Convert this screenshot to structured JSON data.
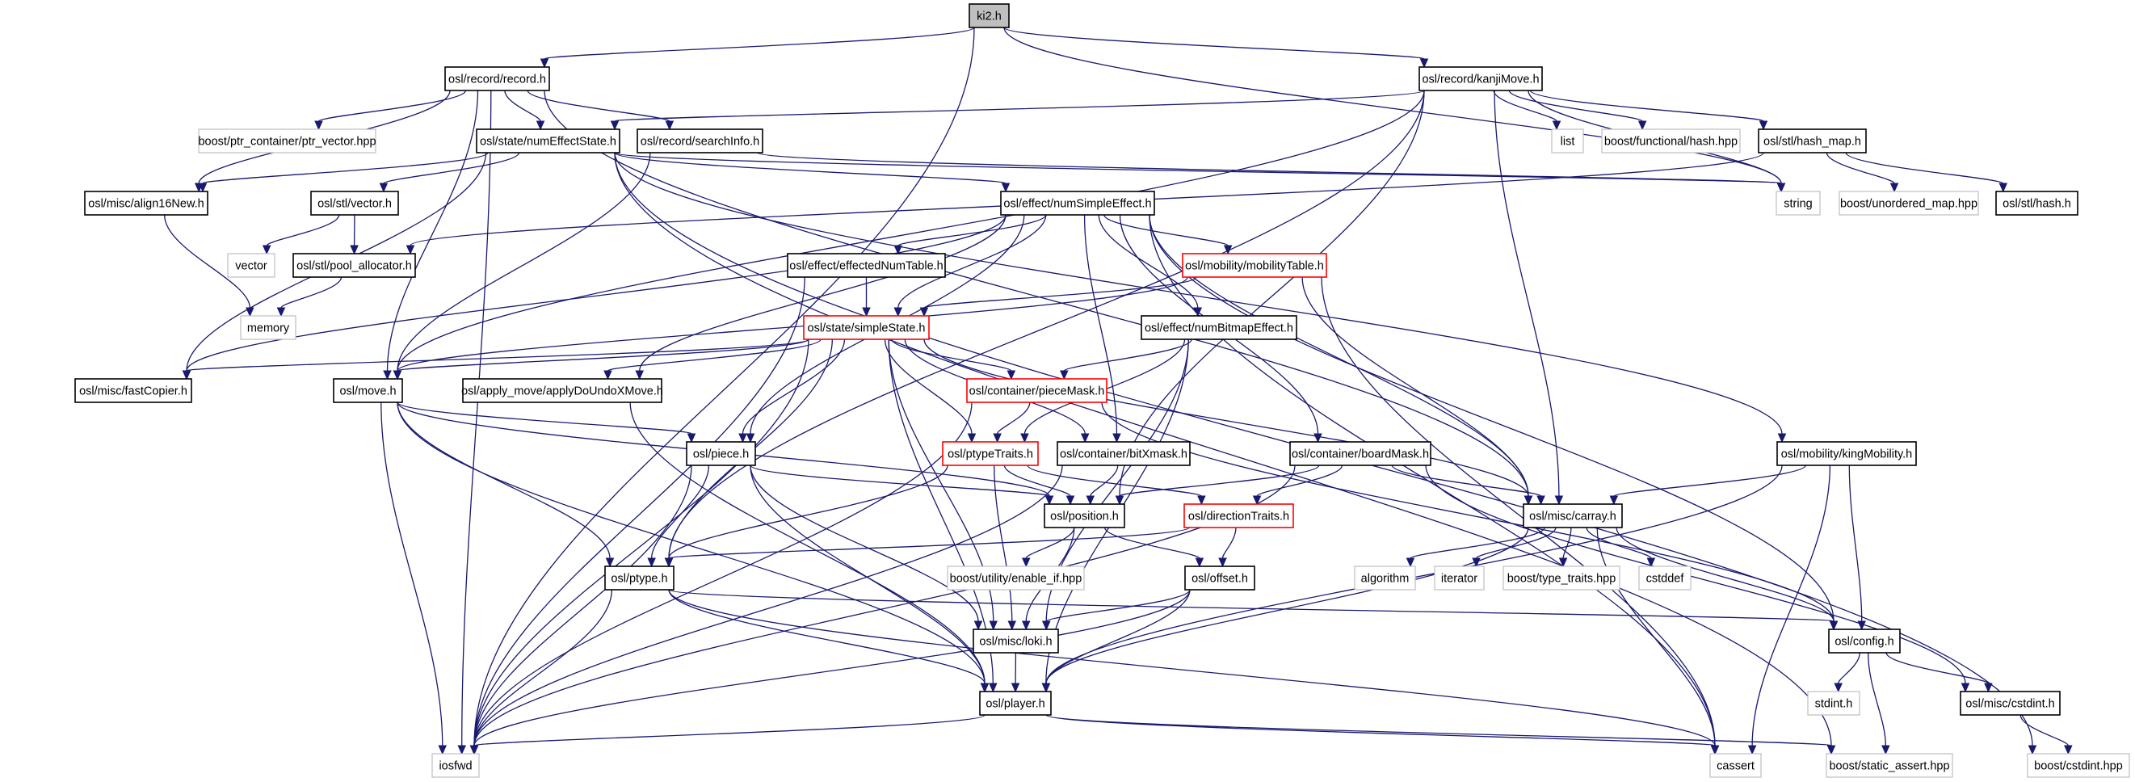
{
  "title": "ki2.h include dependency graph",
  "colors": {
    "edge": "#191970",
    "documented_border": "#000000",
    "truncated_border": "#ff0000",
    "external_border": "#bfbfbf",
    "root_fill": "#bfbfbf"
  },
  "nodes": [
    {
      "id": "ki2",
      "label": "ki2.h",
      "kind": "root"
    },
    {
      "id": "record",
      "label": "osl/record/record.h",
      "kind": "internal"
    },
    {
      "id": "kanjiMove",
      "label": "osl/record/kanjiMove.h",
      "kind": "internal"
    },
    {
      "id": "ptr_vector",
      "label": "boost/ptr_container/ptr_vector.hpp",
      "kind": "external"
    },
    {
      "id": "numEffectState",
      "label": "osl/state/numEffectState.h",
      "kind": "internal"
    },
    {
      "id": "searchInfo",
      "label": "osl/record/searchInfo.h",
      "kind": "internal"
    },
    {
      "id": "list",
      "label": "list",
      "kind": "external"
    },
    {
      "id": "functional_hash",
      "label": "boost/functional/hash.hpp",
      "kind": "external"
    },
    {
      "id": "hash_map",
      "label": "osl/stl/hash_map.h",
      "kind": "internal"
    },
    {
      "id": "align16New",
      "label": "osl/misc/align16New.h",
      "kind": "internal"
    },
    {
      "id": "stl_vector",
      "label": "osl/stl/vector.h",
      "kind": "internal"
    },
    {
      "id": "numSimpleEffect",
      "label": "osl/effect/numSimpleEffect.h",
      "kind": "internal"
    },
    {
      "id": "string",
      "label": "string",
      "kind": "external"
    },
    {
      "id": "unordered_map",
      "label": "boost/unordered_map.hpp",
      "kind": "external"
    },
    {
      "id": "hash_h",
      "label": "osl/stl/hash.h",
      "kind": "internal"
    },
    {
      "id": "vector",
      "label": "vector",
      "kind": "external"
    },
    {
      "id": "pool_allocator",
      "label": "osl/stl/pool_allocator.h",
      "kind": "internal"
    },
    {
      "id": "effectedNumTable",
      "label": "osl/effect/effectedNumTable.h",
      "kind": "internal"
    },
    {
      "id": "mobilityTable",
      "label": "osl/mobility/mobilityTable.h",
      "kind": "red"
    },
    {
      "id": "memory",
      "label": "memory",
      "kind": "external"
    },
    {
      "id": "simpleState",
      "label": "osl/state/simpleState.h",
      "kind": "red"
    },
    {
      "id": "numBitmapEffect",
      "label": "osl/effect/numBitmapEffect.h",
      "kind": "internal"
    },
    {
      "id": "fastCopier",
      "label": "osl/misc/fastCopier.h",
      "kind": "internal"
    },
    {
      "id": "move",
      "label": "osl/move.h",
      "kind": "internal"
    },
    {
      "id": "applyDoUndoXMove",
      "label": "osl/apply_move/applyDoUndoXMove.h",
      "kind": "internal"
    },
    {
      "id": "pieceMask",
      "label": "osl/container/pieceMask.h",
      "kind": "red"
    },
    {
      "id": "piece",
      "label": "osl/piece.h",
      "kind": "internal"
    },
    {
      "id": "ptypeTraits",
      "label": "osl/ptypeTraits.h",
      "kind": "red"
    },
    {
      "id": "bitXmask",
      "label": "osl/container/bitXmask.h",
      "kind": "internal"
    },
    {
      "id": "boardMask",
      "label": "osl/container/boardMask.h",
      "kind": "internal"
    },
    {
      "id": "kingMobility",
      "label": "osl/mobility/kingMobility.h",
      "kind": "internal"
    },
    {
      "id": "position",
      "label": "osl/position.h",
      "kind": "internal"
    },
    {
      "id": "directionTraits",
      "label": "osl/directionTraits.h",
      "kind": "red"
    },
    {
      "id": "carray",
      "label": "osl/misc/carray.h",
      "kind": "internal"
    },
    {
      "id": "ptype",
      "label": "osl/ptype.h",
      "kind": "internal"
    },
    {
      "id": "enable_if",
      "label": "boost/utility/enable_if.hpp",
      "kind": "external"
    },
    {
      "id": "offset",
      "label": "osl/offset.h",
      "kind": "internal"
    },
    {
      "id": "algorithm",
      "label": "algorithm",
      "kind": "external"
    },
    {
      "id": "iterator",
      "label": "iterator",
      "kind": "external"
    },
    {
      "id": "type_traits",
      "label": "boost/type_traits.hpp",
      "kind": "external"
    },
    {
      "id": "cstddef",
      "label": "cstddef",
      "kind": "external"
    },
    {
      "id": "loki",
      "label": "osl/misc/loki.h",
      "kind": "internal"
    },
    {
      "id": "config",
      "label": "osl/config.h",
      "kind": "internal"
    },
    {
      "id": "player",
      "label": "osl/player.h",
      "kind": "internal"
    },
    {
      "id": "stdint",
      "label": "stdint.h",
      "kind": "external"
    },
    {
      "id": "misc_cstdint",
      "label": "osl/misc/cstdint.h",
      "kind": "internal"
    },
    {
      "id": "iosfwd",
      "label": "iosfwd",
      "kind": "external"
    },
    {
      "id": "cassert",
      "label": "cassert",
      "kind": "external"
    },
    {
      "id": "static_assert",
      "label": "boost/static_assert.hpp",
      "kind": "external"
    },
    {
      "id": "cstdint_hpp",
      "label": "boost/cstdint.hpp",
      "kind": "external"
    }
  ],
  "edges": [
    [
      "ki2",
      "record"
    ],
    [
      "ki2",
      "kanjiMove"
    ],
    [
      "ki2",
      "iosfwd"
    ],
    [
      "ki2",
      "string"
    ],
    [
      "record",
      "ptr_vector"
    ],
    [
      "record",
      "numEffectState"
    ],
    [
      "record",
      "searchInfo"
    ],
    [
      "record",
      "align16New"
    ],
    [
      "record",
      "move"
    ],
    [
      "record",
      "iosfwd"
    ],
    [
      "record",
      "carray"
    ],
    [
      "kanjiMove",
      "list"
    ],
    [
      "kanjiMove",
      "functional_hash"
    ],
    [
      "kanjiMove",
      "hash_map"
    ],
    [
      "kanjiMove",
      "string"
    ],
    [
      "kanjiMove",
      "numEffectState"
    ],
    [
      "kanjiMove",
      "position"
    ],
    [
      "kanjiMove",
      "move"
    ],
    [
      "kanjiMove",
      "ptype"
    ],
    [
      "kanjiMove",
      "carray"
    ],
    [
      "hash_map",
      "unordered_map"
    ],
    [
      "hash_map",
      "hash_h"
    ],
    [
      "hash_map",
      "pool_allocator"
    ],
    [
      "numEffectState",
      "align16New"
    ],
    [
      "numEffectState",
      "stl_vector"
    ],
    [
      "numEffectState",
      "numSimpleEffect"
    ],
    [
      "numEffectState",
      "fastCopier"
    ],
    [
      "numEffectState",
      "kingMobility"
    ],
    [
      "numEffectState",
      "static_assert"
    ],
    [
      "numEffectState",
      "cstdint_hpp"
    ],
    [
      "numEffectState",
      "string"
    ],
    [
      "searchInfo",
      "move"
    ],
    [
      "searchInfo",
      "string"
    ],
    [
      "stl_vector",
      "vector"
    ],
    [
      "stl_vector",
      "pool_allocator"
    ],
    [
      "align16New",
      "memory"
    ],
    [
      "pool_allocator",
      "memory"
    ],
    [
      "numSimpleEffect",
      "effectedNumTable"
    ],
    [
      "numSimpleEffect",
      "mobilityTable"
    ],
    [
      "numSimpleEffect",
      "simpleState"
    ],
    [
      "numSimpleEffect",
      "numBitmapEffect"
    ],
    [
      "numSimpleEffect",
      "fastCopier"
    ],
    [
      "numSimpleEffect",
      "applyDoUndoXMove"
    ],
    [
      "numSimpleEffect",
      "piece"
    ],
    [
      "numSimpleEffect",
      "bitXmask"
    ],
    [
      "numSimpleEffect",
      "boardMask"
    ],
    [
      "numSimpleEffect",
      "carray"
    ],
    [
      "numSimpleEffect",
      "cassert"
    ],
    [
      "numSimpleEffect",
      "config"
    ],
    [
      "effectedNumTable",
      "simpleState"
    ],
    [
      "effectedNumTable",
      "iosfwd"
    ],
    [
      "mobilityTable",
      "simpleState"
    ],
    [
      "mobilityTable",
      "carray"
    ],
    [
      "mobilityTable",
      "cassert"
    ],
    [
      "mobilityTable",
      "move"
    ],
    [
      "simpleState",
      "fastCopier"
    ],
    [
      "simpleState",
      "move"
    ],
    [
      "simpleState",
      "applyDoUndoXMove"
    ],
    [
      "simpleState",
      "pieceMask"
    ],
    [
      "simpleState",
      "piece"
    ],
    [
      "simpleState",
      "ptypeTraits"
    ],
    [
      "simpleState",
      "ptype"
    ],
    [
      "simpleState",
      "loki"
    ],
    [
      "simpleState",
      "player"
    ],
    [
      "simpleState",
      "carray"
    ],
    [
      "simpleState",
      "iosfwd"
    ],
    [
      "simpleState",
      "bitXmask"
    ],
    [
      "numBitmapEffect",
      "pieceMask"
    ],
    [
      "numBitmapEffect",
      "ptypeTraits"
    ],
    [
      "numBitmapEffect",
      "loki"
    ],
    [
      "numBitmapEffect",
      "player"
    ],
    [
      "pieceMask",
      "ptypeTraits"
    ],
    [
      "pieceMask",
      "iosfwd"
    ],
    [
      "pieceMask",
      "config"
    ],
    [
      "move",
      "piece"
    ],
    [
      "move",
      "position"
    ],
    [
      "move",
      "ptype"
    ],
    [
      "move",
      "player"
    ],
    [
      "move",
      "iosfwd"
    ],
    [
      "applyDoUndoXMove",
      "player"
    ],
    [
      "piece",
      "position"
    ],
    [
      "piece",
      "ptype"
    ],
    [
      "piece",
      "player"
    ],
    [
      "piece",
      "loki"
    ],
    [
      "piece",
      "iosfwd"
    ],
    [
      "ptypeTraits",
      "position"
    ],
    [
      "ptypeTraits",
      "ptype"
    ],
    [
      "ptypeTraits",
      "directionTraits"
    ],
    [
      "ptypeTraits",
      "loki"
    ],
    [
      "bitXmask",
      "position"
    ],
    [
      "bitXmask",
      "iosfwd"
    ],
    [
      "boardMask",
      "position"
    ],
    [
      "boardMask",
      "directionTraits"
    ],
    [
      "boardMask",
      "carray"
    ],
    [
      "boardMask",
      "misc_cstdint"
    ],
    [
      "boardMask",
      "iosfwd"
    ],
    [
      "kingMobility",
      "carray"
    ],
    [
      "kingMobility",
      "config"
    ],
    [
      "kingMobility",
      "player"
    ],
    [
      "kingMobility",
      "cassert"
    ],
    [
      "position",
      "enable_if"
    ],
    [
      "position",
      "offset"
    ],
    [
      "position",
      "loki"
    ],
    [
      "directionTraits",
      "offset"
    ],
    [
      "directionTraits",
      "ptype"
    ],
    [
      "carray",
      "algorithm"
    ],
    [
      "carray",
      "iterator"
    ],
    [
      "carray",
      "type_traits"
    ],
    [
      "carray",
      "cstddef"
    ],
    [
      "carray",
      "config"
    ],
    [
      "carray",
      "cassert"
    ],
    [
      "carray",
      "player"
    ],
    [
      "offset",
      "loki"
    ],
    [
      "offset",
      "player"
    ],
    [
      "offset",
      "iosfwd"
    ],
    [
      "ptype",
      "config"
    ],
    [
      "ptype",
      "player"
    ],
    [
      "ptype",
      "iosfwd"
    ],
    [
      "ptype",
      "cassert"
    ],
    [
      "loki",
      "player"
    ],
    [
      "player",
      "iosfwd"
    ],
    [
      "player",
      "cassert"
    ],
    [
      "player",
      "static_assert"
    ],
    [
      "config",
      "stdint"
    ],
    [
      "config",
      "misc_cstdint"
    ],
    [
      "config",
      "static_assert"
    ],
    [
      "misc_cstdint",
      "cstdint_hpp"
    ]
  ]
}
